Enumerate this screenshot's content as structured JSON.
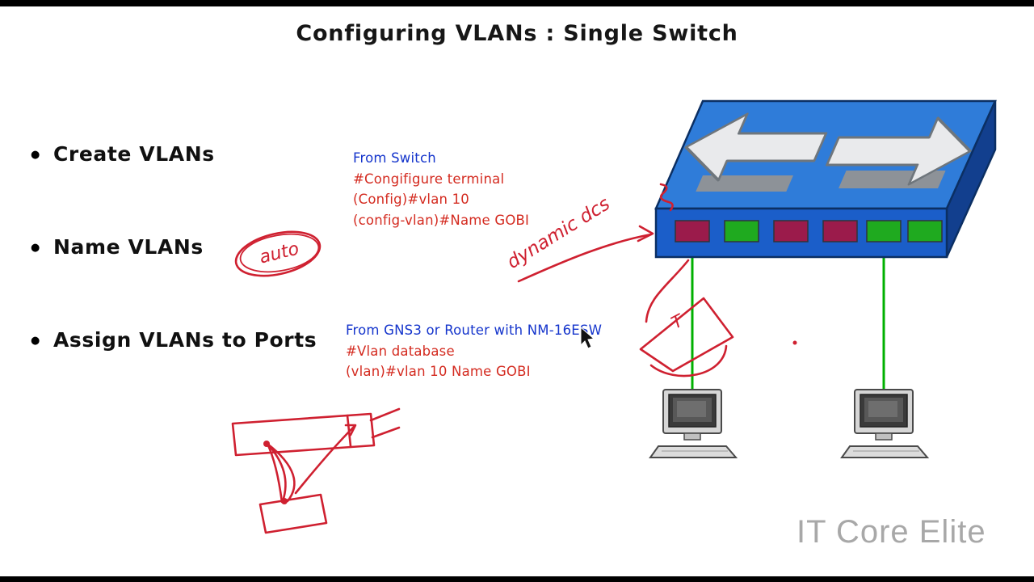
{
  "title": "Configuring VLANs : Single Switch",
  "bullets": [
    "Create VLANs",
    "Name VLANs",
    "Assign VLANs to Ports"
  ],
  "code_switch": {
    "heading": "From Switch",
    "lines": [
      "#Congifigure terminal",
      "(Config)#vlan 10",
      "(config-vlan)#Name GOBI"
    ]
  },
  "code_gns3": {
    "heading": "From GNS3 or Router with NM-16ESW",
    "lines": [
      "#Vlan database",
      "(vlan)#vlan 10 Name GOBI"
    ]
  },
  "handwritten": {
    "auto": "auto",
    "dynamic": "dynamic dcs",
    "t": "T"
  },
  "watermark": "IT Core Elite",
  "switch_ports": [
    "maroon",
    "green",
    "maroon",
    "maroon",
    "green",
    "green"
  ],
  "colors": {
    "switch_blue_top": "#2f7cd9",
    "switch_blue_front": "#1b5ec9",
    "switch_blue_side": "#123f8e",
    "port_maroon": "#9b1b4b",
    "port_green": "#1faa1f",
    "cable_green": "#00b000",
    "annotation_red": "#cf2030",
    "code_blue": "#1535cc",
    "code_red": "#d42b20",
    "watermark_gray": "#a8a8a8"
  }
}
